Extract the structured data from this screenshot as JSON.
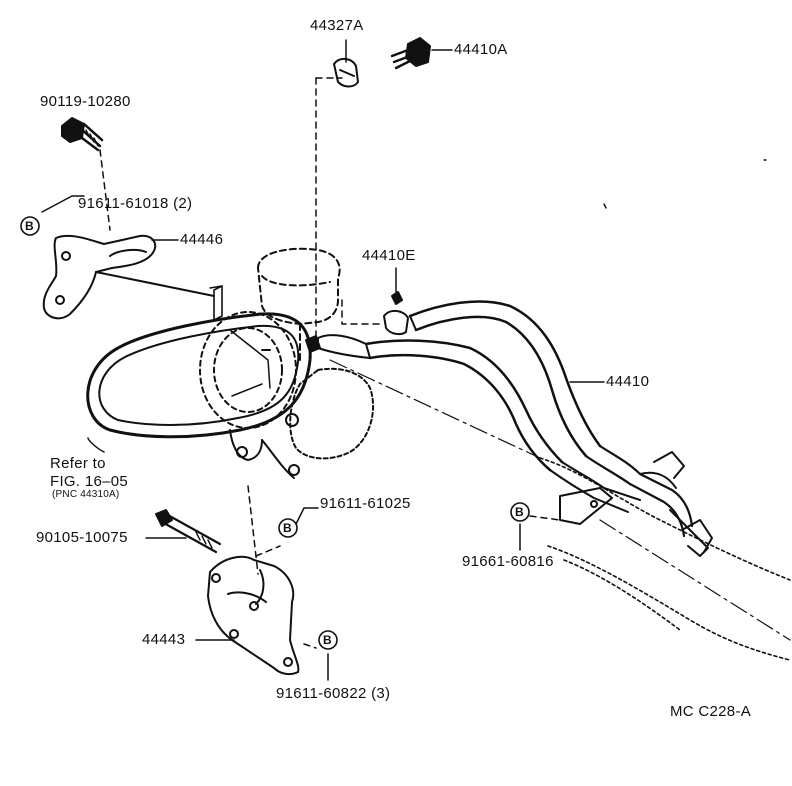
{
  "diagram": {
    "footer_code": "MC C228-A",
    "parts": {
      "p44327A": "44327A",
      "p44410A": "44410A",
      "p90119": "90119-10280",
      "p91611_61018": "91611-61018 (2)",
      "p44446": "44446",
      "p44410E": "44410E",
      "p44410": "44410",
      "p91611_61025": "91611-61025",
      "p90105": "90105-10075",
      "p91661": "91661-60816",
      "p44443": "44443",
      "p91611_60822": "91611-60822 (3)"
    },
    "reference": {
      "line1": "Refer to",
      "line2": "FIG. 16–05",
      "line3": "(PNC 44310A)"
    },
    "badge_letter": "B"
  }
}
